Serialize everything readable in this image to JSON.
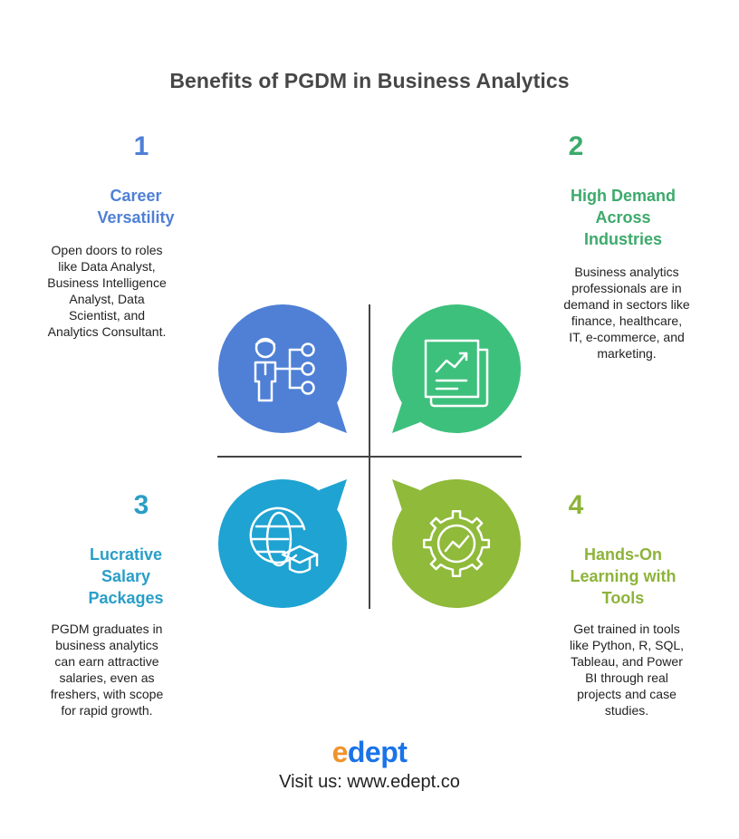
{
  "title": "Benefits of PGDM in Business Analytics",
  "colors": {
    "blue": "#4f80d6",
    "green": "#3dc07c",
    "cyan": "#1ea3d2",
    "olive": "#8fba3a",
    "divider": "#444444"
  },
  "benefits": [
    {
      "number": "1",
      "heading": "Career Versatility",
      "text": "Open doors to roles like Data Analyst, Business Intelligence Analyst, Data Scientist, and Analytics Consultant.",
      "icon": "person-network-icon"
    },
    {
      "number": "2",
      "heading": "High Demand Across Industries",
      "text": "Business analytics professionals are in demand in sectors like finance, healthcare, IT, e-commerce, and marketing.",
      "icon": "trend-report-icon"
    },
    {
      "number": "3",
      "heading": "Lucrative Salary Packages",
      "text": "PGDM graduates in business analytics can earn attractive salaries, even as freshers, with scope for rapid growth.",
      "icon": "globe-graduation-icon"
    },
    {
      "number": "4",
      "heading": "Hands-On Learning with Tools",
      "text": "Get trained in tools like Python, R, SQL, Tableau, and Power BI through real projects and case studies.",
      "icon": "gear-chart-icon"
    }
  ],
  "footer": {
    "logo_e": "e",
    "logo_rest": "dept",
    "visit": "Visit us: www.edept.co"
  }
}
